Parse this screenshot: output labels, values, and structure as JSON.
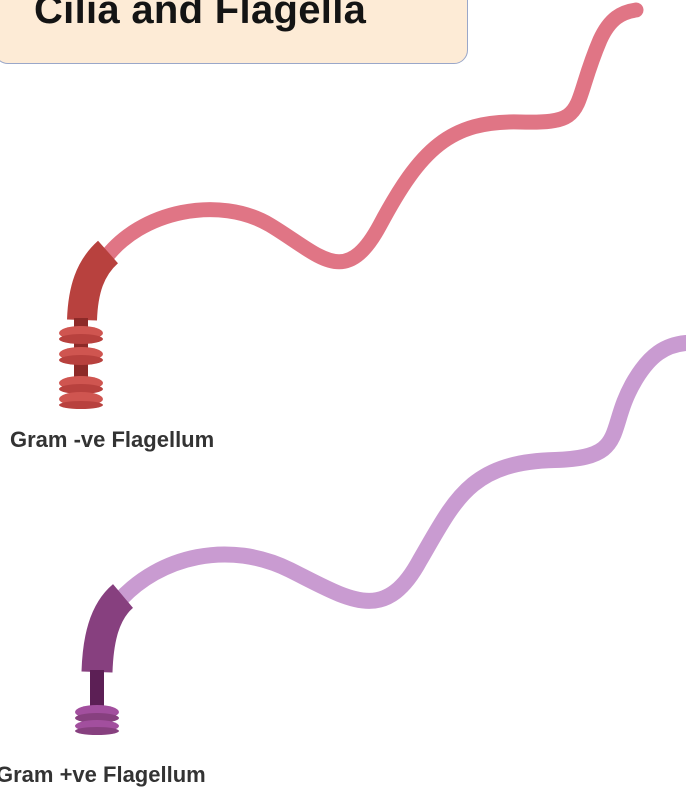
{
  "title": "Cilia and Flagella",
  "flagella": [
    {
      "label": "Gram -ve Flagellum"
    },
    {
      "label": "Gram +ve Flagellum"
    }
  ],
  "colors": {
    "title_bg": "#fdebd6",
    "neg_filament": "#e07585",
    "neg_hook": "#b8413e",
    "neg_rings": "#cf5550",
    "pos_filament": "#c99bd1",
    "pos_hook": "#87407f",
    "pos_rings": "#a24f9e"
  }
}
